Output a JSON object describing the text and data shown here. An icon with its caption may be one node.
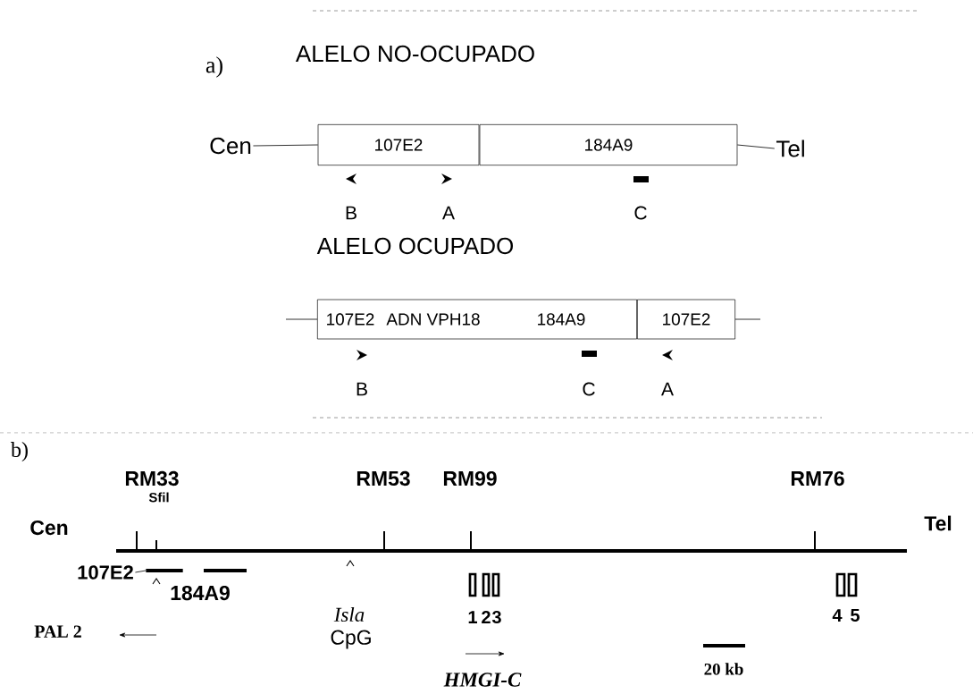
{
  "diagram": {
    "nodes": [
      {
        "text": [
          "107E2"
        ]
      },
      {
        "text": [
          "184A9"
        ]
      },
      {
        "text": [
          "107E2",
          "ADN VPH18",
          "184A9"
        ]
      },
      {
        "text": [
          "107E2"
        ]
      },
      {
        "text": [
          "Cen"
        ]
      },
      {
        "text": [
          "Tel"
        ]
      },
      {
        "text": [
          "107E2"
        ]
      },
      {
        "text": [],
        "shape": "bar"
      }
    ],
    "edges": [
      {
        "from": 4,
        "to": 0,
        "arrow": "none"
      },
      {
        "from": 1,
        "to": 5,
        "arrow": "none"
      },
      {
        "from": null,
        "to": 2,
        "arrow": "none"
      },
      {
        "from": 3,
        "to": null,
        "arrow": "none"
      },
      {
        "from": 6,
        "to": 7,
        "arrow": "none"
      }
    ],
    "labels": [
      "a)",
      "ALELO NO-OCUPADO",
      "B",
      "A",
      "C",
      "ALELO OCUPADO",
      "B",
      "C",
      "A",
      "b)",
      "RM33",
      "RM53",
      "RM99",
      "RM76",
      "Sfil",
      "Cen",
      "Tel",
      "184A9",
      "1",
      "2",
      "3",
      "4",
      "5",
      "PAL 2",
      "Isla",
      "CpG",
      "HMGI-C",
      "20 kb"
    ]
  }
}
